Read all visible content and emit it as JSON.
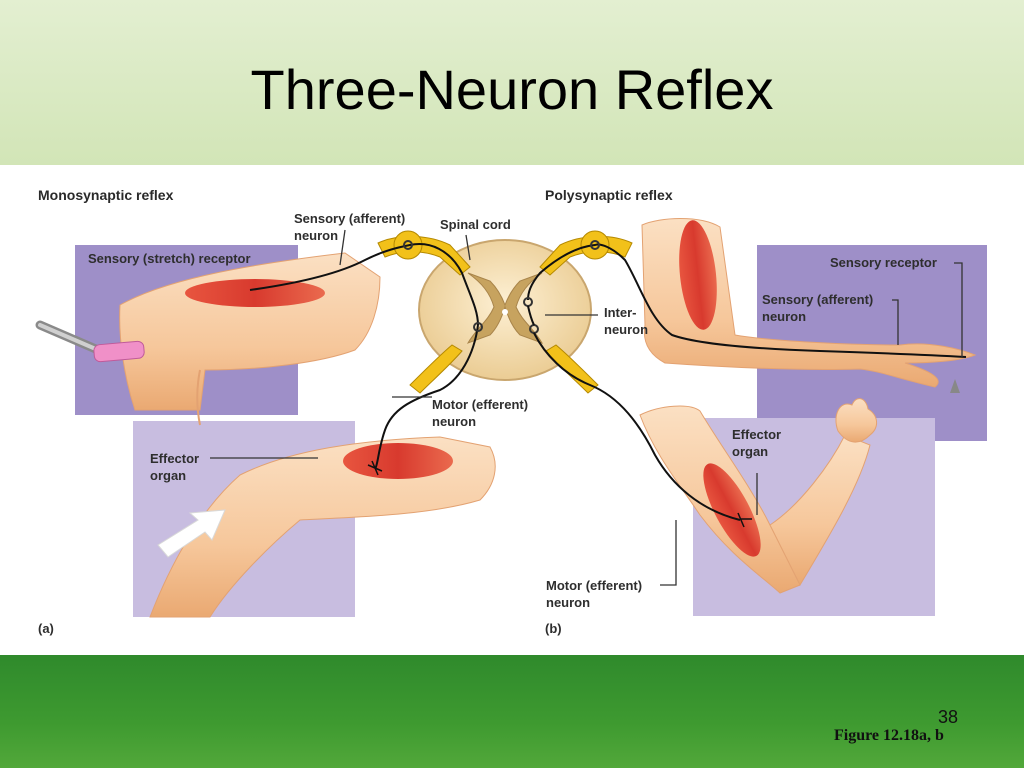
{
  "slide": {
    "title": "Three-Neuron Reflex",
    "page_number": "38",
    "figure_caption": "Figure 12.18a, b"
  },
  "figure": {
    "mono": {
      "heading": "Monosynaptic reflex",
      "panel_letter": "(a)",
      "sensory_receptor": "Sensory (stretch) receptor",
      "sensory_neuron_line1": "Sensory (afferent)",
      "sensory_neuron_line2": "neuron",
      "effector_line1": "Effector",
      "effector_line2": "organ"
    },
    "center": {
      "spinal_cord": "Spinal cord",
      "interneuron_line1": "Inter-",
      "interneuron_line2": "neuron",
      "motor_line1": "Motor (efferent)",
      "motor_line2": "neuron"
    },
    "poly": {
      "heading": "Polysynaptic reflex",
      "panel_letter": "(b)",
      "sensory_receptor": "Sensory receptor",
      "sensory_neuron_line1": "Sensory (afferent)",
      "sensory_neuron_line2": "neuron",
      "effector_line1": "Effector",
      "effector_line2": "organ",
      "motor_line1": "Motor (efferent)",
      "motor_line2": "neuron"
    }
  },
  "colors": {
    "title_band": "#d9ead0",
    "footer": "#3a942f",
    "lavender_panel": "#9e8fc8",
    "light_lavender_panel": "#c8bde0",
    "skin": "#f6c79b",
    "muscle": "#e0463a",
    "spinal_cord": "#f3dcae",
    "ganglion": "#f2c11a"
  }
}
